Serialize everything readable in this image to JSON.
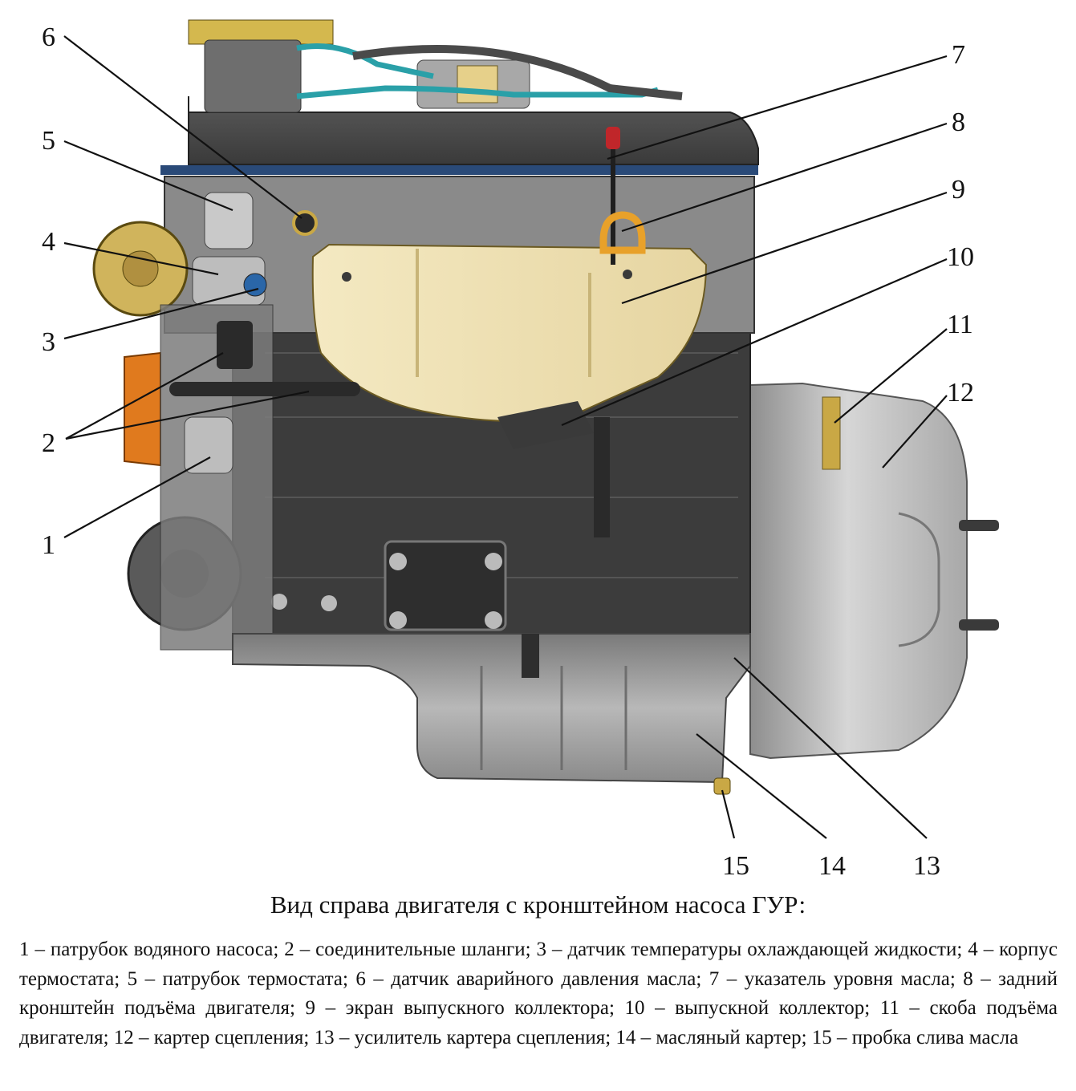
{
  "title": "Вид справа двигателя с кронштейном насоса ГУР:",
  "legend": "1 – патрубок водяного насоса; 2 – соединительные шланги; 3 – датчик температуры охлаждающей жидкости; 4 – корпус термостата; 5 – патрубок термостата; 6 – датчик аварийного давления масла; 7 – указатель уровня масла; 8 – задний кронштейн подъёма двигателя; 9 – экран выпускного коллектора; 10 – выпускной коллектор; 11 – скоба подъёма двигателя; 12 – картер сцепления; 13 – усилитель картера сцепления; 14 – масляный картер; 15 – пробка слива масла",
  "callouts": [
    "1",
    "2",
    "3",
    "4",
    "5",
    "6",
    "7",
    "8",
    "9",
    "10",
    "11",
    "12",
    "13",
    "14",
    "15"
  ],
  "colors": {
    "block": "#3c3c3c",
    "head_cover": "#4a4a4a",
    "gasket": "#2a4a78",
    "heat_shield": "#efe2b6",
    "bellhousing": "#bdbdbd",
    "oil_pan": "#9c9c9c",
    "pulley": "#d0b45c",
    "orange_part": "#e07a1e",
    "cyan_tubes": "#2aa0a8",
    "dipstick_handle": "#c0262a",
    "lift_ring": "#e8a12a"
  }
}
